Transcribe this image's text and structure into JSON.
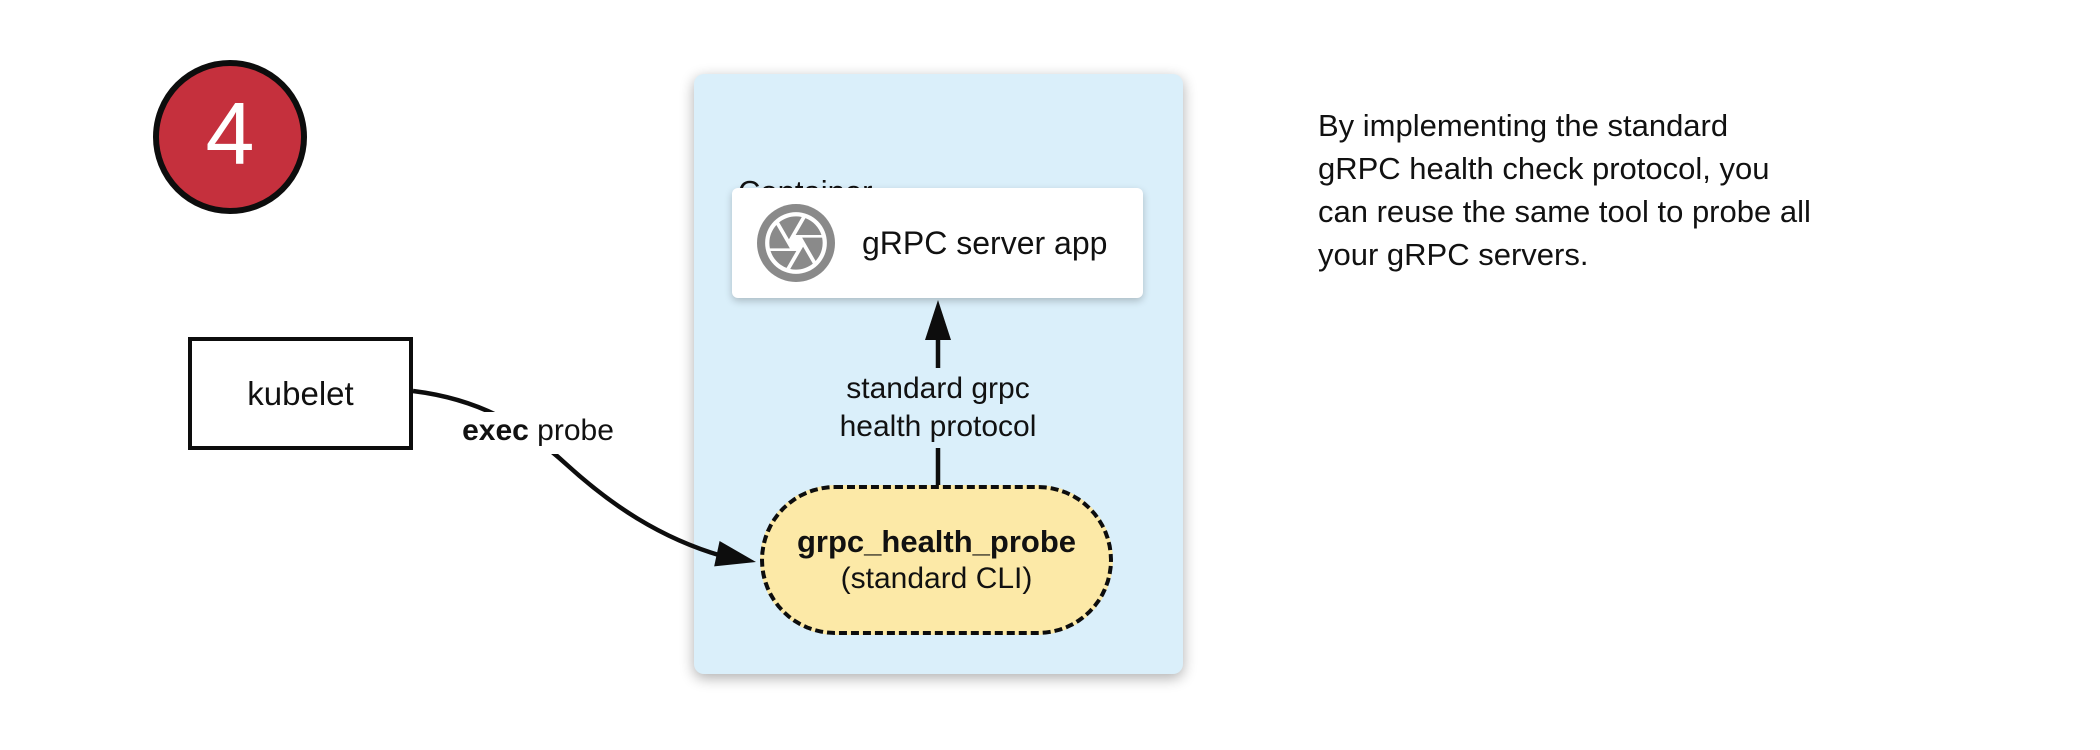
{
  "badge": {
    "number": "4"
  },
  "nodes": {
    "kubelet": {
      "label": "kubelet"
    },
    "exec_probe_edge": {
      "bold": "exec",
      "rest": " probe"
    },
    "grpc_server": {
      "label": "gRPC server app",
      "icon": "aperture-icon"
    },
    "health_probe": {
      "title": "grpc_health_probe",
      "subtitle": "(standard CLI)"
    }
  },
  "container": {
    "label": "Container",
    "protocol_label": {
      "line1": "standard grpc",
      "line2": "health protocol"
    }
  },
  "note": {
    "lines": [
      "By implementing the standard",
      "gRPC health check protocol, you",
      "can reuse the same tool to probe all",
      "your gRPC servers."
    ]
  },
  "colors": {
    "container_fill": "#DAEFFA",
    "probe_fill": "#FCE9A7",
    "badge_fill": "#C5303D",
    "icon_gray": "#8A8A8A",
    "line_black": "#0d0d0d"
  }
}
